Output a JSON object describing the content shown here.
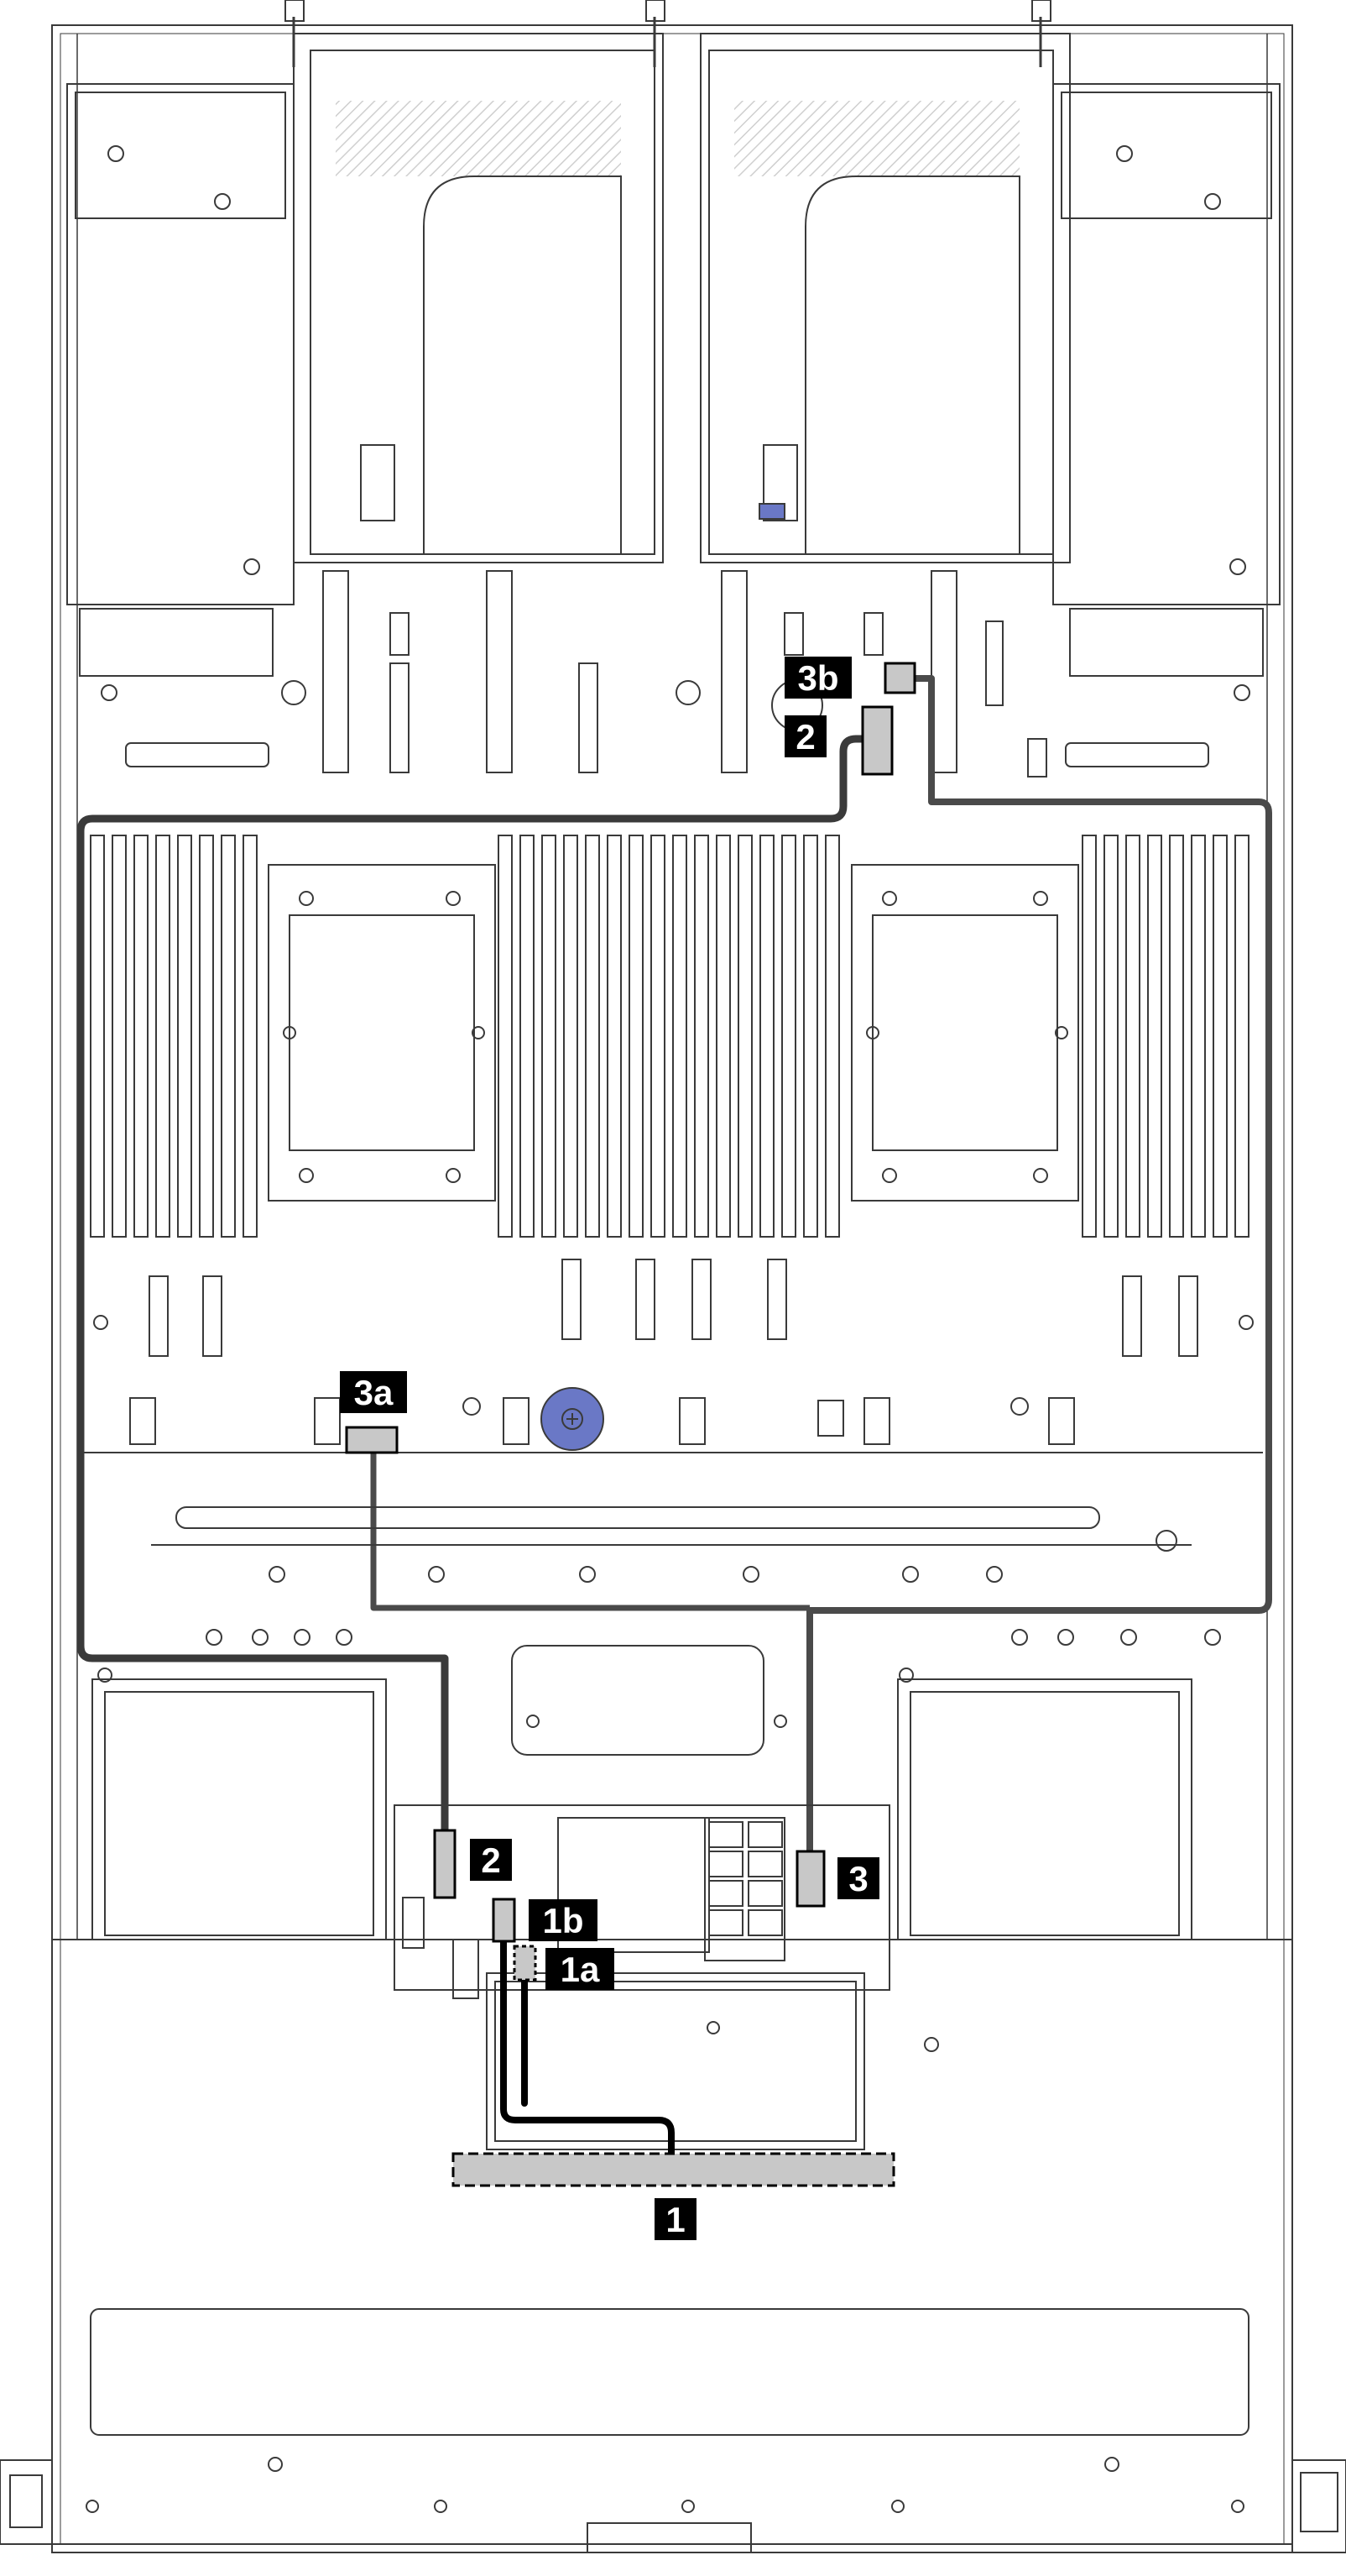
{
  "colors": {
    "line": "#3a3a3a",
    "hatch": "#cfcfcf",
    "connector_fill": "#c8c8c8",
    "cable_gray": "#4a4a4a",
    "cable_black": "#000000",
    "callout_bg": "#000000",
    "callout_text": "#ffffff",
    "accent_blue": "#6a78c6"
  },
  "callouts": [
    {
      "id": "3b",
      "text": "3b"
    },
    {
      "id": "2-top",
      "text": "2"
    },
    {
      "id": "3a",
      "text": "3a"
    },
    {
      "id": "2-bottom",
      "text": "2"
    },
    {
      "id": "3-bottom",
      "text": "3"
    },
    {
      "id": "1b",
      "text": "1b"
    },
    {
      "id": "1a",
      "text": "1a"
    },
    {
      "id": "1",
      "text": "1"
    }
  ]
}
